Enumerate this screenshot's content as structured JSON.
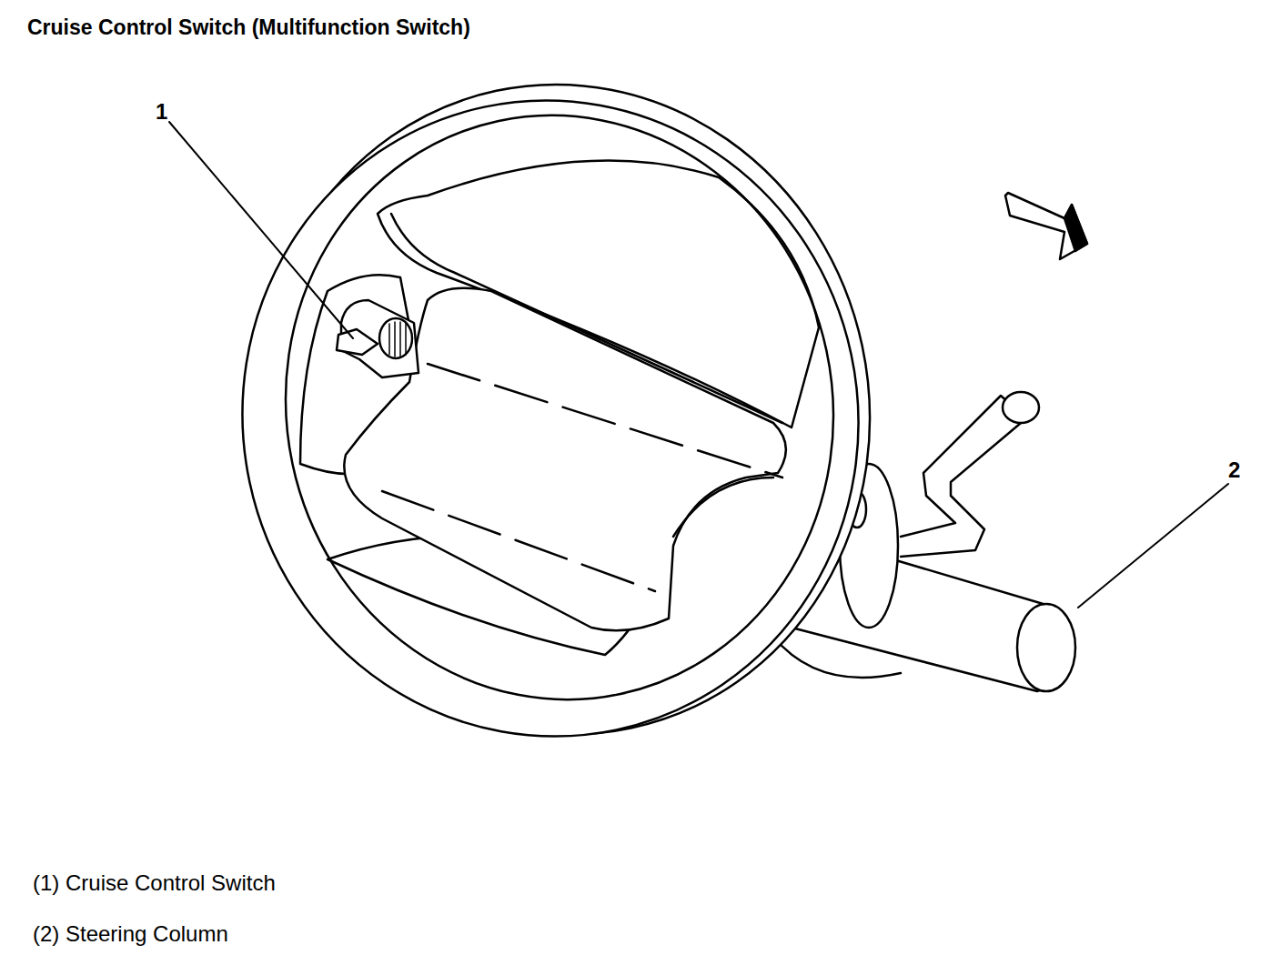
{
  "diagram": {
    "title": "Cruise Control Switch (Multifunction Switch)",
    "labels": [
      "1",
      "2",
      "(1) Cruise Control Switch",
      "(2) Steering Column"
    ]
  }
}
